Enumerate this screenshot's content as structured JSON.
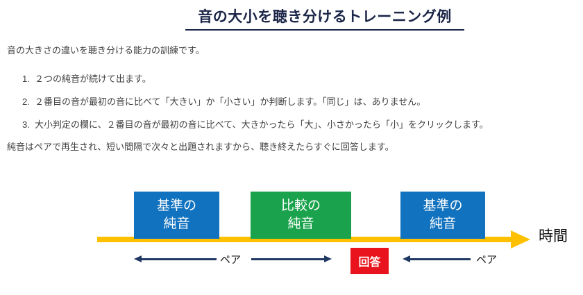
{
  "page": {
    "title": "音の大小を聴き分けるトレーニング例",
    "intro": "音の大きさの違いを聴き分ける能力の訓練です。",
    "steps": [
      {
        "num": "1.",
        "text": "２つの純音が続けて出ます。"
      },
      {
        "num": "2.",
        "text": "２番目の音が最初の音に比べて「大きい」か「小さい」か判断します。「同じ」は、ありません。"
      },
      {
        "num": "3.",
        "text": "大小判定の欄に、２番目の音が最初の音に比べて、大きかったら「大」、小さかったら「小」をクリックします。"
      }
    ],
    "note": "純音はペアで再生され、短い間隔で次々と出題されますから、聴き終えたらすぐに回答します。"
  },
  "diagram": {
    "boxes": [
      {
        "line1": "基準の",
        "line2": "純音",
        "color": "#1172bf"
      },
      {
        "line1": "比較の",
        "line2": "純音",
        "color": "#1aa34c"
      },
      {
        "line1": "基準の",
        "line2": "純音",
        "color": "#1172bf"
      }
    ],
    "timeline": {
      "label": "時間",
      "color": "#ffc000"
    },
    "pair_label_left": "ペア",
    "pair_label_right": "ペア",
    "answer": {
      "label": "回答",
      "color": "#e8131c"
    },
    "arrow_color": "#1f3864"
  }
}
